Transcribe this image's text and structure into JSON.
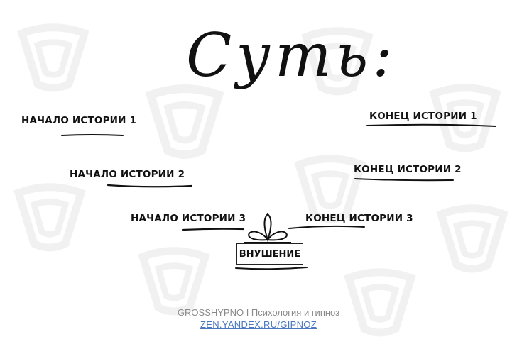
{
  "title": "Суть:",
  "story_starts": [
    "НАЧАЛО ИСТОРИИ 1",
    "НАЧАЛО ИСТОРИИ 2",
    "НАЧАЛО ИСТОРИИ 3"
  ],
  "story_ends": [
    "КОНЕЦ ИСТОРИИ 1",
    "КОНЕЦ ИСТОРИИ 2",
    "КОНЕЦ ИСТОРИИ 3"
  ],
  "suggestion_box": "ВНУШЕНИЕ",
  "footer": {
    "brand": "GROSSHYPNO I Психология и гипноз",
    "link": "ZEN.YANDEX.RU/GIPNOZ"
  },
  "icons": {
    "watermark": "hypno-logo-icon",
    "gift": "gift-bow-icon"
  },
  "colors": {
    "text": "#111111",
    "link": "#4a78c2",
    "footer_text": "#8a8a8a"
  }
}
